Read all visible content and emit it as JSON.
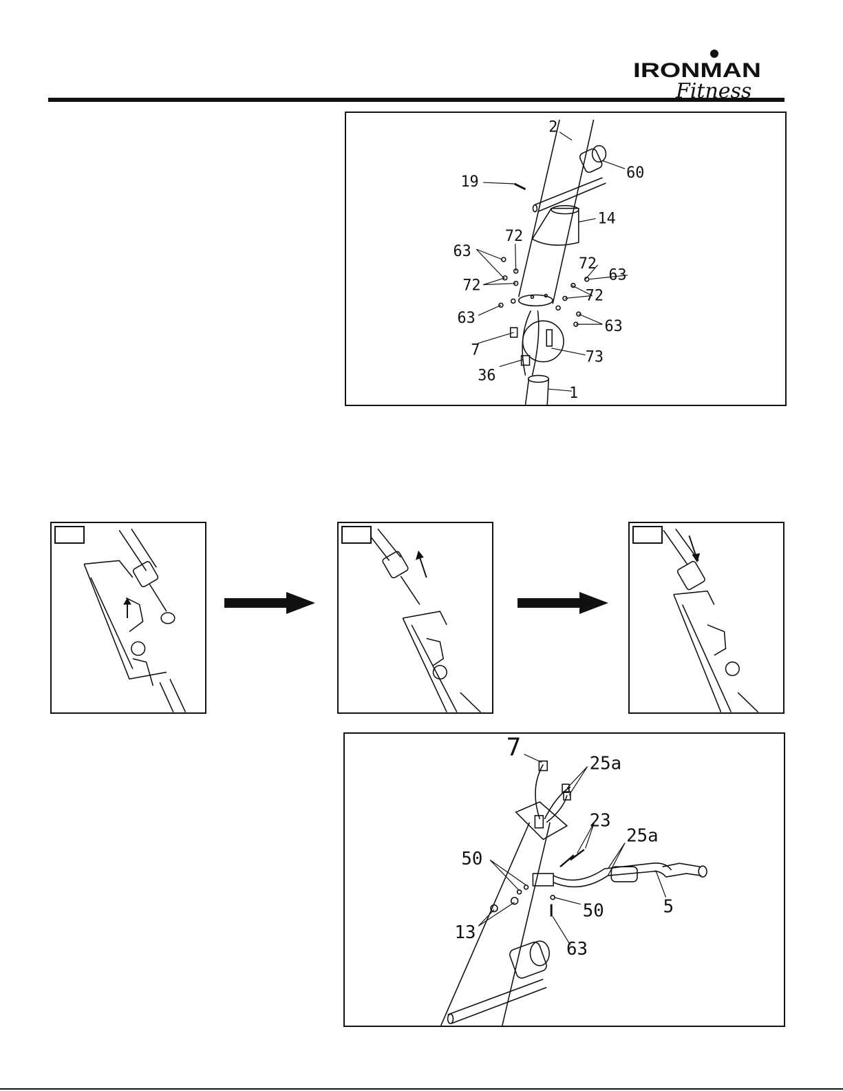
{
  "logo": {
    "brand": "IRONMAN",
    "sub": "Fitness"
  },
  "figure1": {
    "callouts": [
      "2",
      "60",
      "19",
      "14",
      "72",
      "63",
      "72",
      "63",
      "72",
      "72",
      "63",
      "63",
      "7",
      "73",
      "36",
      "1"
    ]
  },
  "figure2": {
    "steps": [
      "",
      "",
      ""
    ]
  },
  "figure3": {
    "callouts": [
      "7",
      "25a",
      "23",
      "25a",
      "50",
      "50",
      "5",
      "13",
      "63"
    ]
  }
}
